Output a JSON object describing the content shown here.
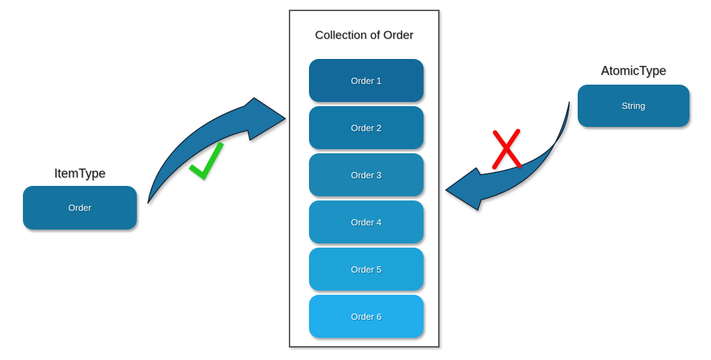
{
  "collection": {
    "title": "Collection of Order",
    "items": [
      {
        "label": "Order 1",
        "color": "#12699A"
      },
      {
        "label": "Order 2",
        "color": "#1478A7"
      },
      {
        "label": "Order 3",
        "color": "#1C85B2"
      },
      {
        "label": "Order 4",
        "color": "#1D93C5"
      },
      {
        "label": "Order 5",
        "color": "#1EA3D9"
      },
      {
        "label": "Order 6",
        "color": "#22ADEC"
      }
    ]
  },
  "item_type": {
    "title": "ItemType",
    "value": "Order",
    "color": "#15739F"
  },
  "atomic_type": {
    "title": "AtomicType",
    "value": "String",
    "color": "#15739F"
  },
  "marks": {
    "valid": {
      "symbol": "checkmark",
      "color": "#21CB21"
    },
    "invalid": {
      "symbol": "cross",
      "color": "#F50A0A"
    }
  },
  "arrow_color": "#1C74A4"
}
